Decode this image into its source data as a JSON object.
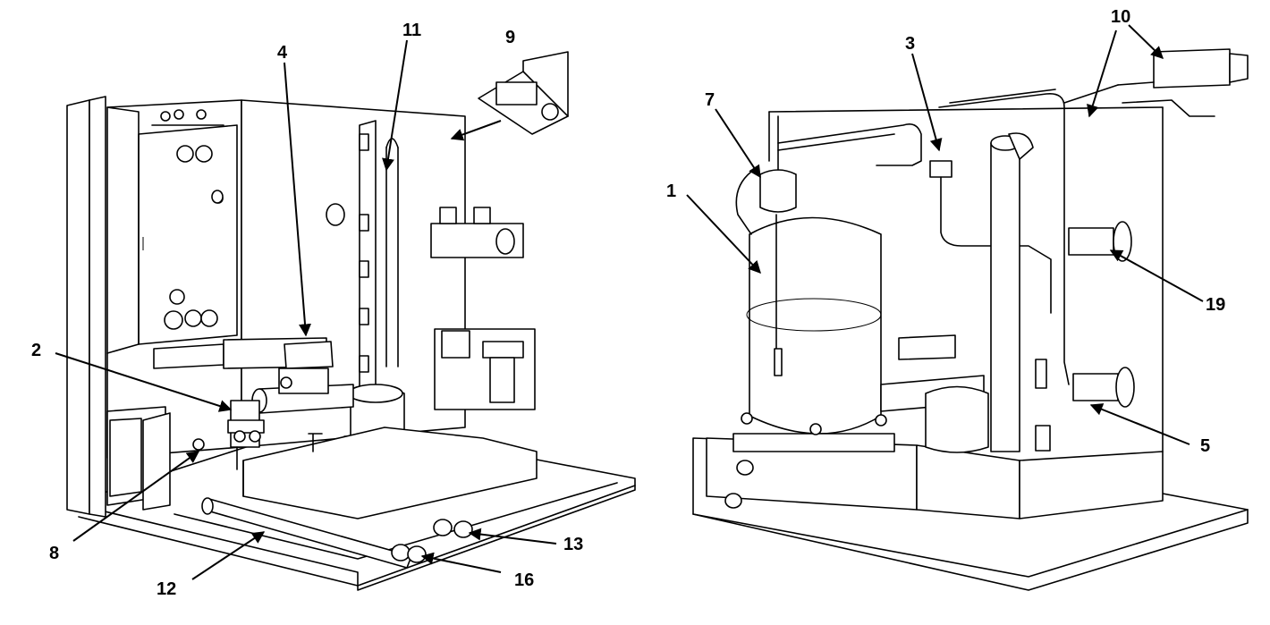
{
  "callouts": {
    "c1": "1",
    "c2": "2",
    "c3": "3",
    "c4": "4",
    "c5": "5",
    "c7": "7",
    "c8": "8",
    "c9": "9",
    "c10": "10",
    "c11": "11",
    "c12": "12",
    "c13": "13",
    "c16": "16",
    "c19": "19"
  },
  "colors": {
    "line": "#000000",
    "background": "#ffffff"
  }
}
